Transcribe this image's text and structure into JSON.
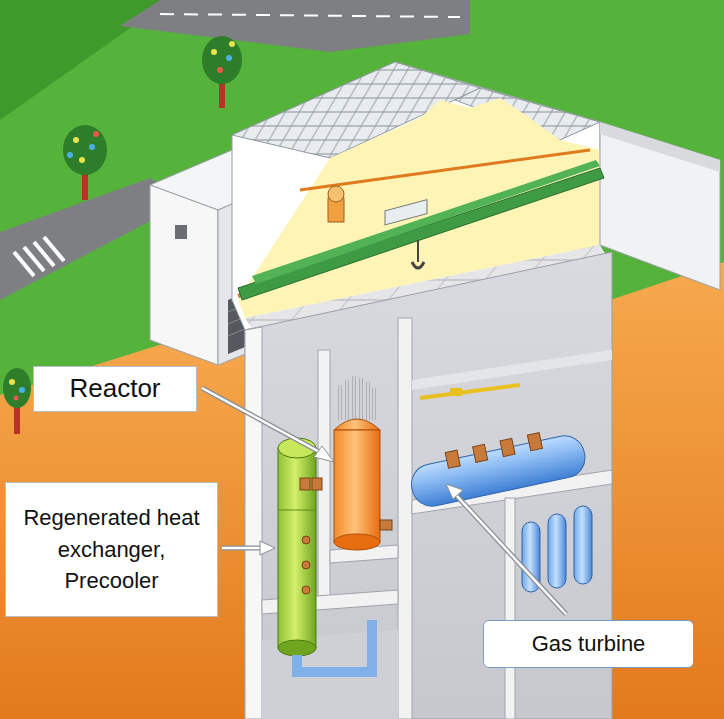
{
  "diagram": {
    "nodes": [
      {
        "text": [
          "Reactor"
        ]
      },
      {
        "text": [
          "Regenerated heat exchanger, Precooler"
        ]
      },
      {
        "text": [
          "Gas turbine"
        ]
      }
    ]
  }
}
